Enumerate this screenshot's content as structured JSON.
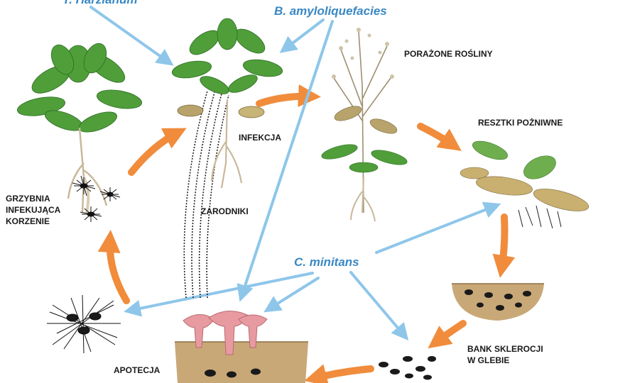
{
  "agents": {
    "top_left_cut": "T. Harzianum",
    "top_center": "B. amyloliquefacies",
    "center": "C. minitans"
  },
  "stages": {
    "infected_plants": "PORAŻONE ROŚLINY",
    "crop_residues": "RESZTKI POŻNIWNE",
    "infection": "INFEKCJA",
    "spores": "ZARODNIKI",
    "mycelium_line1": "GRZYBNIA",
    "mycelium_line2": "INFEKUJĄCA",
    "mycelium_line3": "KORZENIE",
    "sclerotia_bank_line1": "BANK SKLEROCJI",
    "sclerotia_bank_line2": "W GLEBIE",
    "apothecia": "APOTECJA"
  },
  "colors": {
    "cycle_arrow": "#f08c3c",
    "agent_arrow": "#8ec6ea",
    "agent_text": "#3a88c4",
    "soil": "#c9a878",
    "apothecia": "#e79aa0",
    "plant_green": "#4f9e3a",
    "plant_dry": "#b7a36b"
  }
}
